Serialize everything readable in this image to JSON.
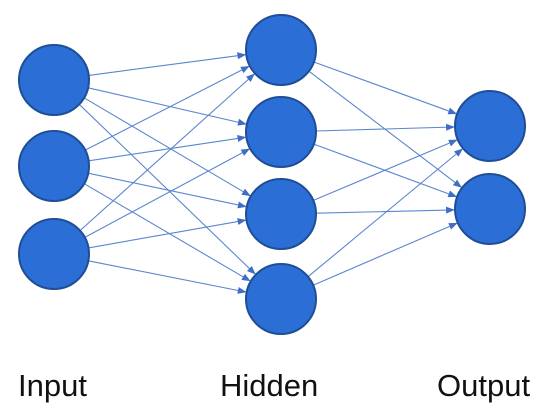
{
  "diagram": {
    "type": "neural-network",
    "colors": {
      "node_fill": "#2b6fd6",
      "node_stroke": "#1f4e96",
      "edge": "#5b86cf",
      "arrowhead": "#3f6fc4"
    },
    "layers": [
      {
        "id": "input",
        "label": "Input",
        "nodes": 3
      },
      {
        "id": "hidden",
        "label": "Hidden",
        "nodes": 4
      },
      {
        "id": "output",
        "label": "Output",
        "nodes": 2
      }
    ],
    "connections": "fully-connected, directed left-to-right"
  }
}
